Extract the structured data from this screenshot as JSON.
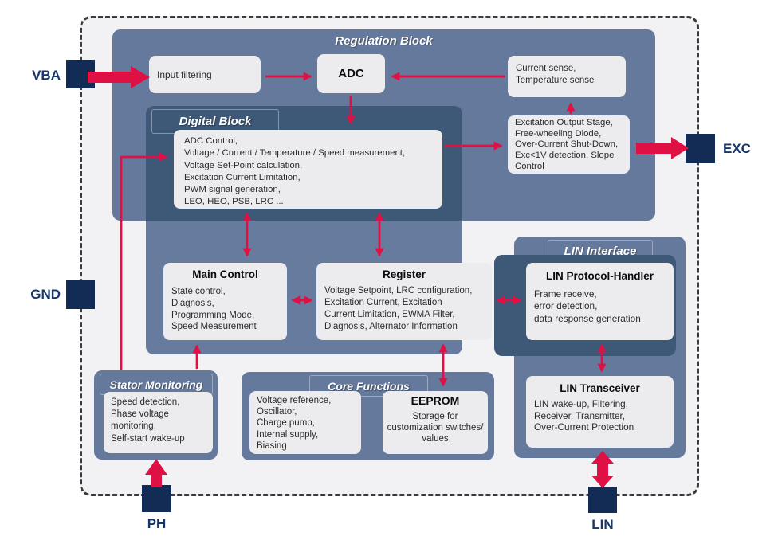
{
  "colors": {
    "accent_red": "#df1144",
    "pin_navy": "#122c55",
    "container_slate": "#64799c",
    "container_dark": "#3e5878",
    "box_gray": "#ececee",
    "pin_label_navy": "#16356b"
  },
  "pins": {
    "vba": "VBA",
    "gnd": "GND",
    "exc": "EXC",
    "ph": "PH",
    "lin": "LIN"
  },
  "regulation_block": {
    "label": "Regulation Block",
    "input_filtering": "Input filtering",
    "adc": "ADC",
    "sense": {
      "lines": [
        "Current sense,",
        "Temperature sense"
      ]
    },
    "excitation": {
      "lines": [
        "Excitation Output Stage,",
        "Free-wheeling Diode,",
        "Over-Current Shut-Down,",
        "Exc<1V detection, Slope",
        "Control"
      ]
    }
  },
  "digital_block": {
    "label": "Digital Block",
    "adc_control": {
      "lines": [
        "ADC Control,",
        "Voltage / Current / Temperature / Speed measurement,",
        "Voltage Set-Point calculation,",
        "Excitation Current Limitation,",
        "PWM signal generation,",
        "LEO, HEO, PSB, LRC ..."
      ]
    },
    "main_control": {
      "title": "Main Control",
      "lines": [
        "State control,",
        "Diagnosis,",
        "Programming Mode,",
        "Speed Measurement"
      ]
    },
    "register": {
      "title": "Register",
      "lines": [
        "Voltage Setpoint, LRC configuration,",
        "Excitation Current, Excitation",
        "Current Limitation, EWMA Filter,",
        "Diagnosis, Alternator Information"
      ]
    }
  },
  "lin_interface": {
    "label": "LIN Interface",
    "protocol_handler": {
      "title": "LIN Protocol-Handler",
      "lines": [
        "Frame receive,",
        "error detection,",
        "data response generation"
      ]
    },
    "transceiver": {
      "title": "LIN Transceiver",
      "lines": [
        "LIN wake-up, Filtering,",
        "Receiver, Transmitter,",
        "Over-Current Protection"
      ]
    }
  },
  "stator_monitoring": {
    "label": "Stator Monitoring",
    "box": {
      "lines": [
        "Speed detection,",
        "Phase voltage",
        "monitoring,",
        "Self-start wake-up"
      ]
    }
  },
  "core_functions": {
    "label": "Core Functions",
    "analog": {
      "lines": [
        "Voltage reference,",
        "Oscillator,",
        "Charge pump,",
        "Internal supply,",
        "Biasing"
      ]
    },
    "eeprom": {
      "title": "EEPROM",
      "lines": [
        "Storage for",
        "customization switches/",
        "values"
      ]
    }
  }
}
